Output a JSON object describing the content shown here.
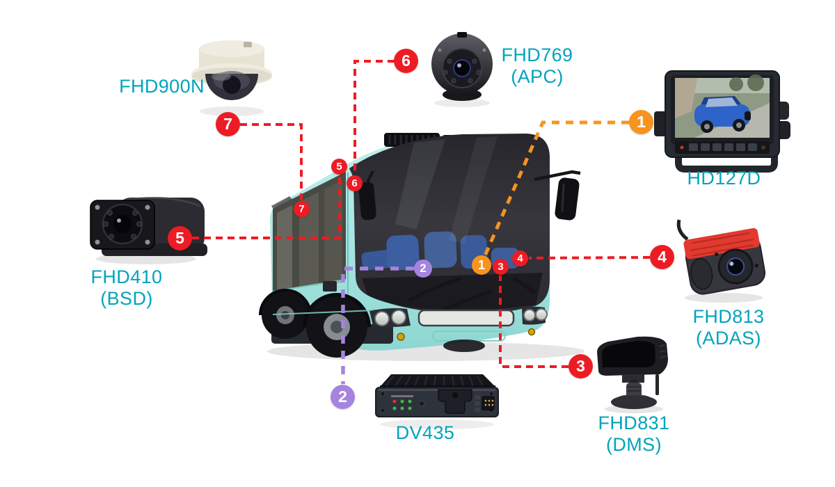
{
  "products": {
    "fhd900n": {
      "label": "FHD900N",
      "image": "dome-camera"
    },
    "fhd769": {
      "label": "FHD769",
      "sublabel": "(APC)",
      "image": "eyeball-dome-camera"
    },
    "hd127d": {
      "label": "HD127D",
      "image": "monitor-with-car-on-screen"
    },
    "fhd410": {
      "label": "FHD410",
      "sublabel": "(BSD)",
      "image": "side-view-camera"
    },
    "fhd813": {
      "label": "FHD813",
      "sublabel": "(ADAS)",
      "image": "windshield-adas-camera"
    },
    "fhd831": {
      "label": "FHD831",
      "sublabel": "(DMS)",
      "image": "dms-camera-on-stand"
    },
    "dv435": {
      "label": "DV435",
      "image": "mobile-dvr-box"
    }
  },
  "markers": {
    "m1": {
      "number": "1",
      "color": "#F7941E"
    },
    "m2": {
      "number": "2",
      "color": "#A584DE"
    },
    "m3": {
      "number": "3",
      "color": "#ED1C24"
    },
    "m4": {
      "number": "4",
      "color": "#ED1C24"
    },
    "m5": {
      "number": "5",
      "color": "#ED1C24"
    },
    "m6": {
      "number": "6",
      "color": "#ED1C24"
    },
    "m7": {
      "number": "7",
      "color": "#ED1C24"
    }
  },
  "colors": {
    "background": "#ffffff",
    "label_text": "#00A4BC",
    "marker_red": "#ED1C24",
    "marker_orange": "#F7941E",
    "marker_purple": "#A584DE",
    "bus_body": "#A5E4E0",
    "line_red": "#ED1C24",
    "line_orange": "#F7941E",
    "line_purple": "#A584DE"
  }
}
